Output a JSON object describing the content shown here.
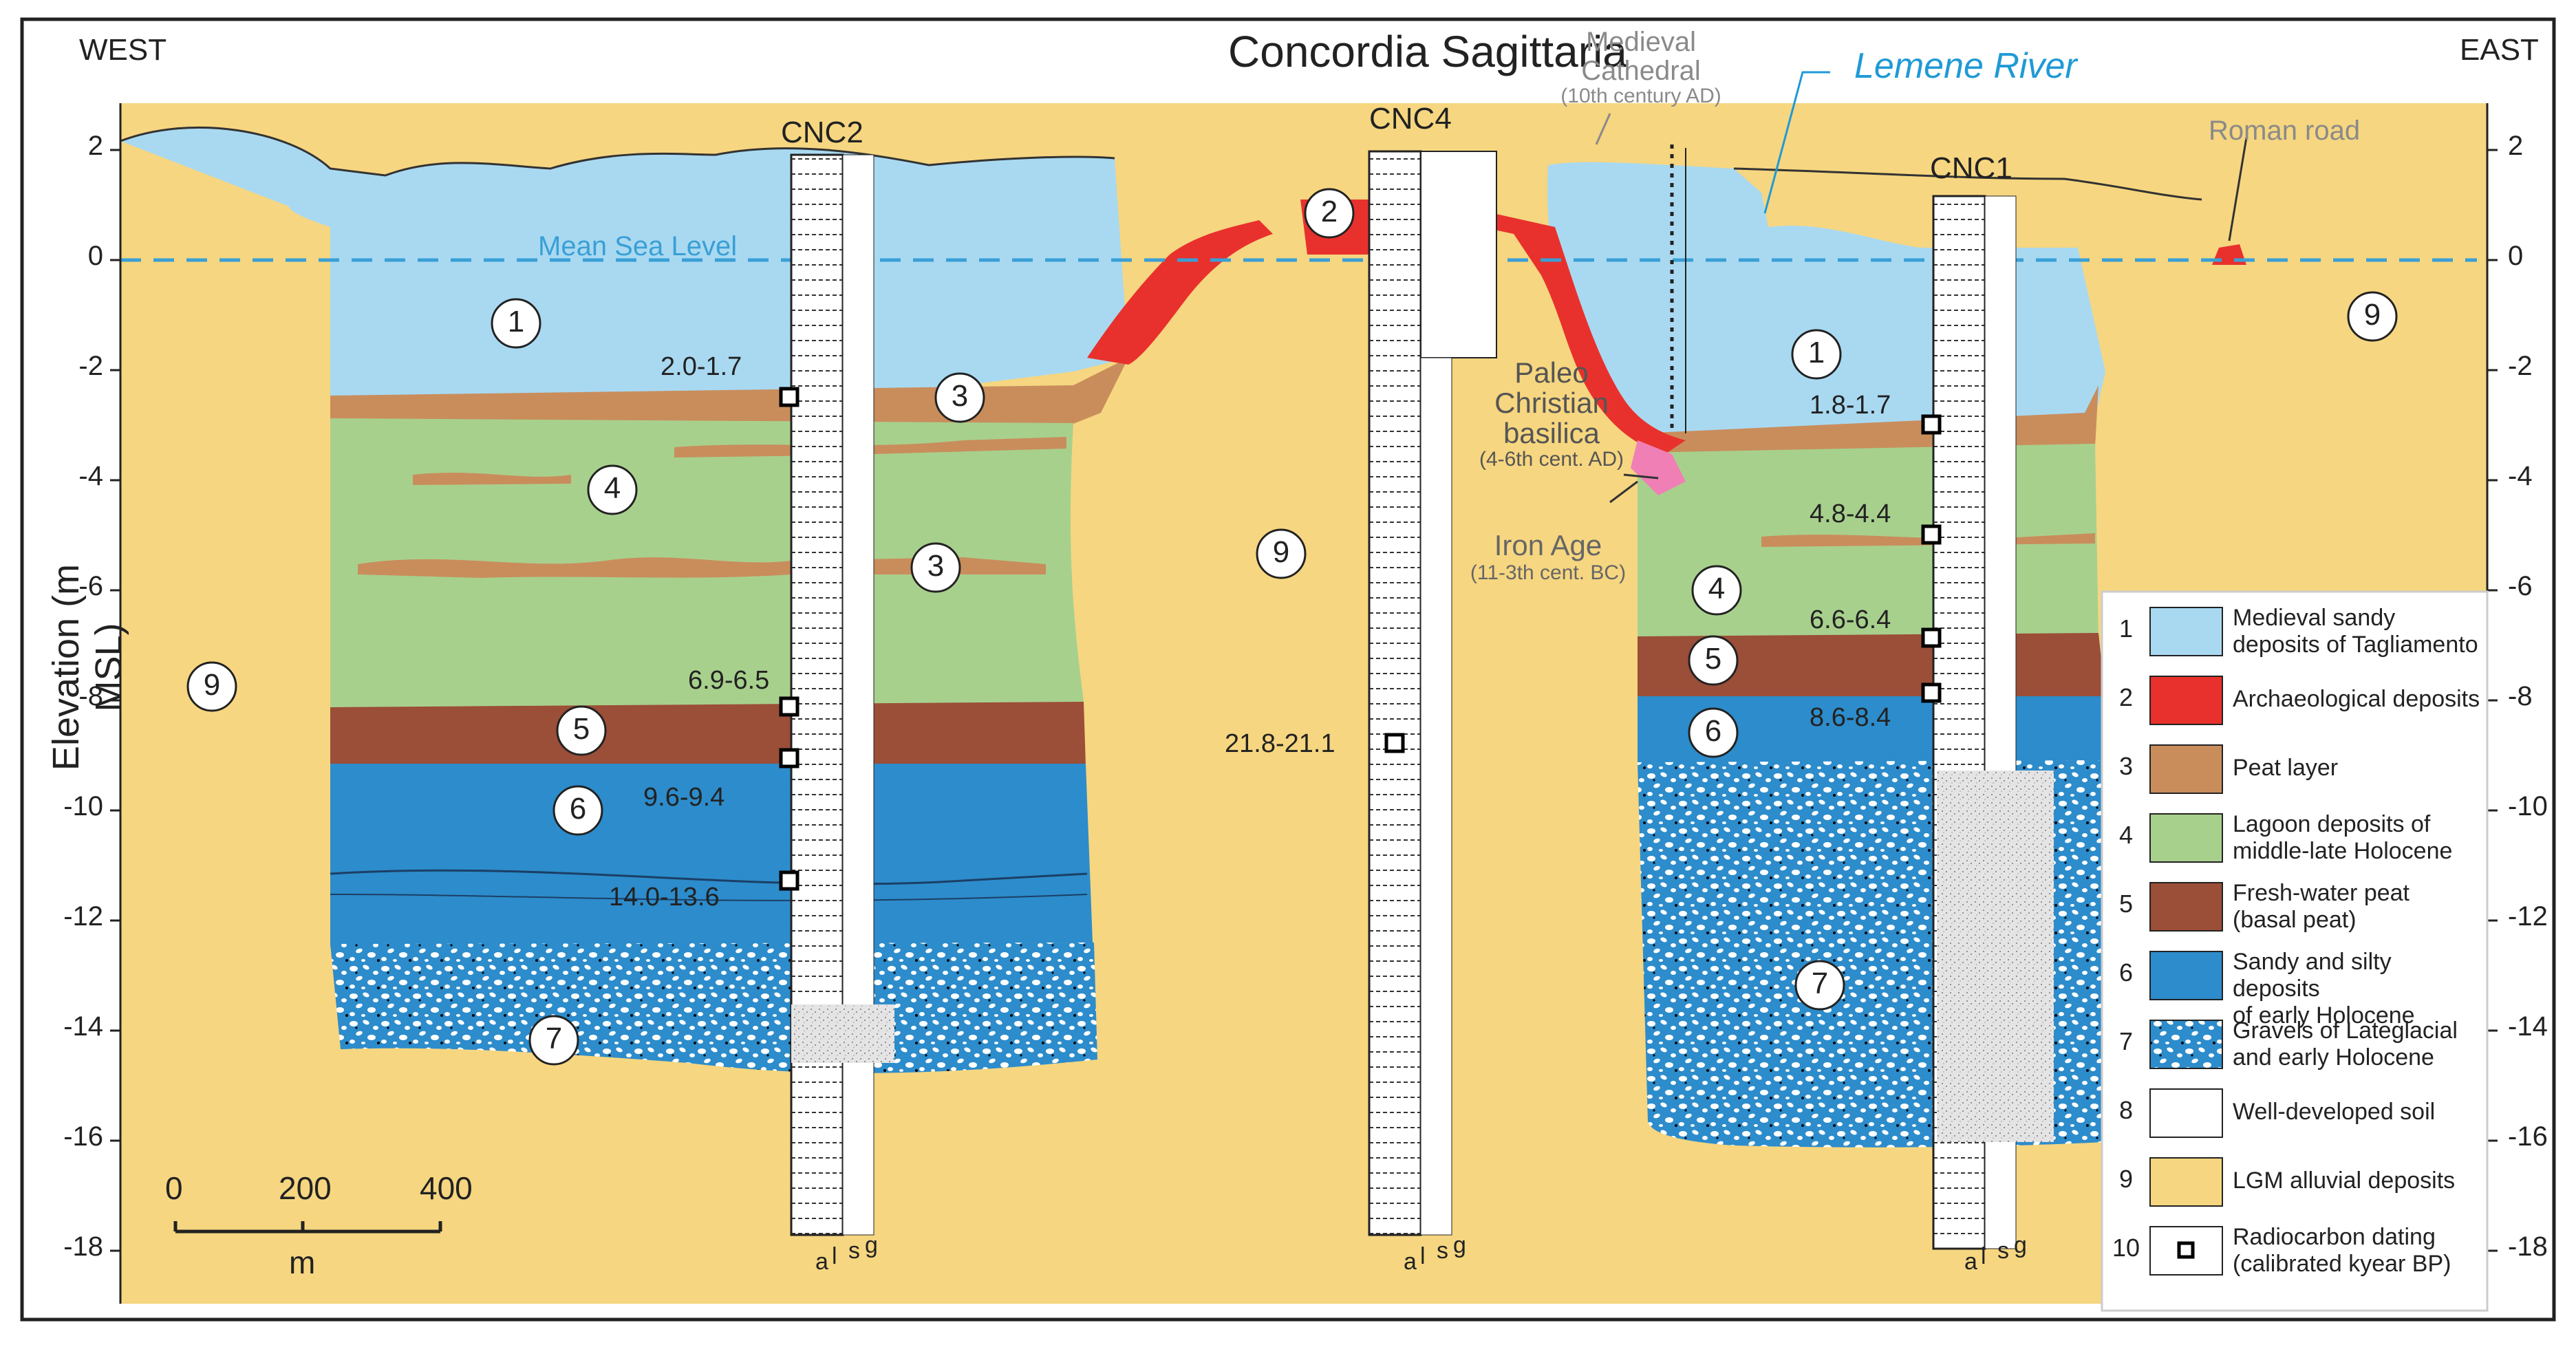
{
  "title": "Concordia Sagittaria",
  "orientation": {
    "west": "WEST",
    "east": "EAST"
  },
  "y_axis": {
    "label": "Elevation (m MSL)",
    "ticks": [
      "2",
      "0",
      "-2",
      "-4",
      "-6",
      "-8",
      "-10",
      "-12",
      "-14",
      "-16",
      "-18"
    ]
  },
  "mean_sea_level_label": "Mean Sea Level",
  "cores": [
    {
      "name": "CNC2",
      "grain_labels": [
        "a",
        "l",
        "s",
        "g"
      ]
    },
    {
      "name": "CNC4",
      "grain_labels": [
        "a",
        "l",
        "s",
        "g"
      ]
    },
    {
      "name": "CNC1",
      "grain_labels": [
        "a",
        "l",
        "s",
        "g"
      ]
    }
  ],
  "landmarks": {
    "cathedral": [
      "Medieval",
      "Cathedral",
      "(10th century AD)"
    ],
    "river": "Lemene River",
    "roman_road": "Roman road",
    "basilica": [
      "Paleo",
      "Christian",
      "basilica",
      "(4-6th cent. AD)"
    ],
    "iron_age": [
      "Iron Age",
      "(11-3th cent. BC)"
    ]
  },
  "unit_markers": [
    "1",
    "2",
    "3",
    "4",
    "5",
    "6",
    "7",
    "9"
  ],
  "radiocarbon_dates": [
    "2.0-1.7",
    "6.9-6.5",
    "9.6-9.4",
    "14.0-13.6",
    "21.8-21.1",
    "1.8-1.7",
    "4.8-4.4",
    "6.6-6.4",
    "8.6-8.4"
  ],
  "scale_bar": {
    "ticks": [
      "0",
      "200",
      "400"
    ],
    "unit": "m"
  },
  "legend": [
    {
      "num": "1",
      "label": [
        "Medieval sandy",
        "deposits of Tagliamento"
      ],
      "color": "#a9d9f1"
    },
    {
      "num": "2",
      "label": [
        "Archaeological deposits"
      ],
      "color": "#e8312d"
    },
    {
      "num": "3",
      "label": [
        "Peat layer"
      ],
      "color": "#c98d5c"
    },
    {
      "num": "4",
      "label": [
        "Lagoon deposits of",
        "middle-late Holocene"
      ],
      "color": "#a8d08d"
    },
    {
      "num": "5",
      "label": [
        "Fresh-water peat",
        "(basal peat)"
      ],
      "color": "#9b4e38"
    },
    {
      "num": "6",
      "label": [
        "Sandy and silty deposits",
        "of early Holocene"
      ],
      "color": "#2d8ccb"
    },
    {
      "num": "7",
      "label": [
        "Gravels of Lateglacial",
        "and early Holocene"
      ],
      "color": "#2d8ccb"
    },
    {
      "num": "8",
      "label": [
        "Well-developed soil"
      ],
      "color": "#ffffff"
    },
    {
      "num": "9",
      "label": [
        "LGM alluvial deposits"
      ],
      "color": "#f6d680"
    },
    {
      "num": "10",
      "label": [
        "Radiocarbon dating",
        "(calibrated kyear BP)"
      ],
      "color": "#ffffff"
    }
  ],
  "colors": {
    "sandy_medieval": "#a9d9f1",
    "archaeological": "#e8312d",
    "peat": "#c98d5c",
    "lagoon": "#a8d08d",
    "basal_peat": "#9b4e38",
    "sandy_silty": "#2d8ccb",
    "lgm": "#f6d680",
    "iron_age": "#f07fb5",
    "sea_level": "#3a9fd6",
    "river_text": "#1f9ad6",
    "grey_text": "#8a8a8a"
  }
}
